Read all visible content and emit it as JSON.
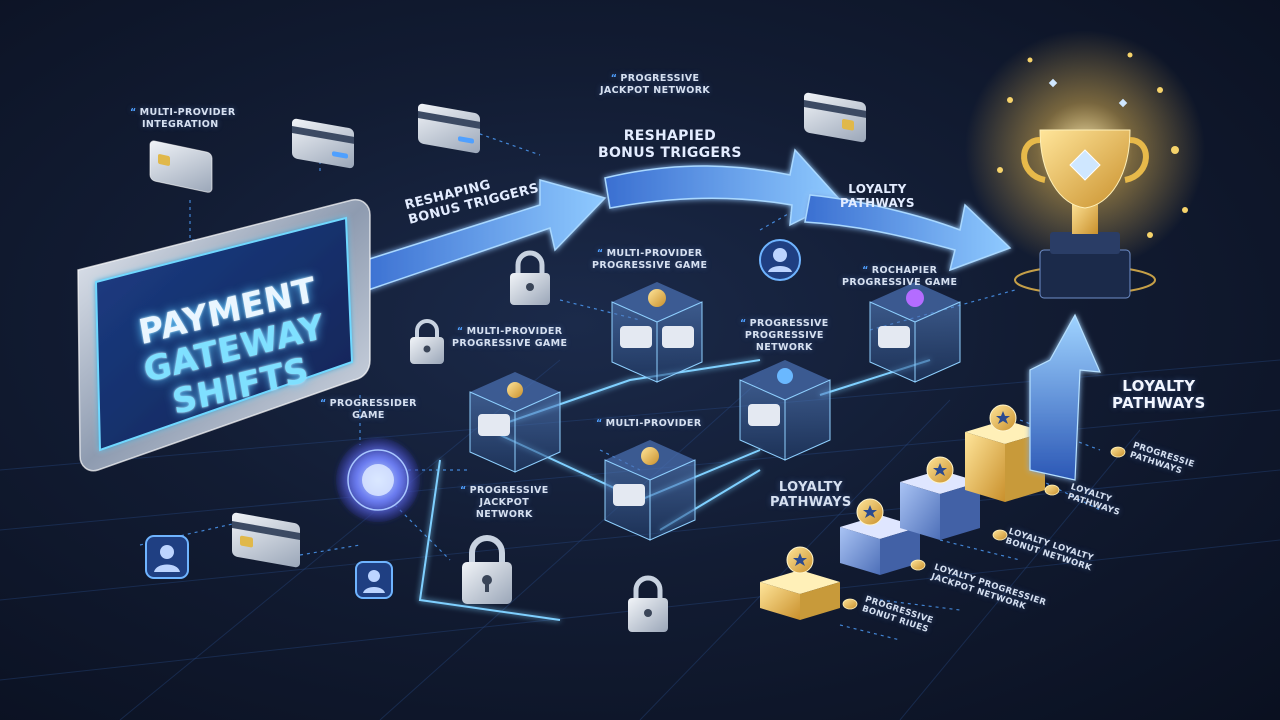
{
  "title": {
    "line1": "PAYMENT",
    "line2": "GATEWAY",
    "line3": "SHIFTS"
  },
  "arrows": {
    "first": [
      "RESHAPING",
      "BONUS TRIGGERS"
    ],
    "second": [
      "RESHAPIED",
      "BONUS TRIGGERS"
    ],
    "third": [
      "LOYALTY",
      "PATHWAYS"
    ]
  },
  "labels": {
    "multi_provider_integration": [
      "MULTI-PROVIDER",
      "INTEGRATION"
    ],
    "progressive_jackpot_network_top": [
      "PROGRESSIVE",
      "JACKPOT NETWORK"
    ],
    "multi_provider_progressive_game_left": [
      "MULTI-PROVIDER",
      "PROGRESSIVE GAME"
    ],
    "multi_provider_progressive_game_center": [
      "MULTI-PROVIDER",
      "PROGRESSIVE GAME"
    ],
    "rochapier_progressive_game": [
      "ROCHAPIER",
      "PROGRESSIVE GAME"
    ],
    "progressive_progressive_network": [
      "PROGRESSIVE",
      "PROGRESSIVE",
      "NETWORK"
    ],
    "progressider_game": [
      "PROGRESSIDER",
      "GAME"
    ],
    "multi_provider": [
      "MULTI-PROVIDER"
    ],
    "progressive_jackpot_network_bottom": [
      "PROGRESSIVE",
      "JACKPOT",
      "NETWORK"
    ],
    "loyalty_pathways_center": [
      "LOYALTY",
      "PATHWAYS"
    ],
    "loyalty_pathways_right": [
      "LOYALTY",
      "PATHWAYS"
    ]
  },
  "diagonal_labels": {
    "d1": [
      "PROGRESSIVE",
      "BONUT RIUES"
    ],
    "d2": [
      "LOYALTY PROGRESSIER",
      "JACKPOT NETWORK"
    ],
    "d3": [
      "LOYALTY LOYALTY",
      "BONUT NETWORK"
    ],
    "d4": [
      "LOYALTY",
      "PATHWAYS"
    ],
    "d5": [
      "PROGRESSIE",
      "PATHWAYS"
    ]
  },
  "colors": {
    "background": "#121c33",
    "accent_blue": "#4fa0ff",
    "neon_cyan": "#5ec8ff",
    "gold": "#f2c14e",
    "arrow_blue": "#6fb4ff"
  },
  "icons": [
    "credit-card-icon",
    "padlock-icon",
    "user-icon",
    "slot-machine-cube-icon",
    "trophy-icon",
    "star-badge-icon",
    "coin-icon",
    "globe-orb-icon"
  ]
}
